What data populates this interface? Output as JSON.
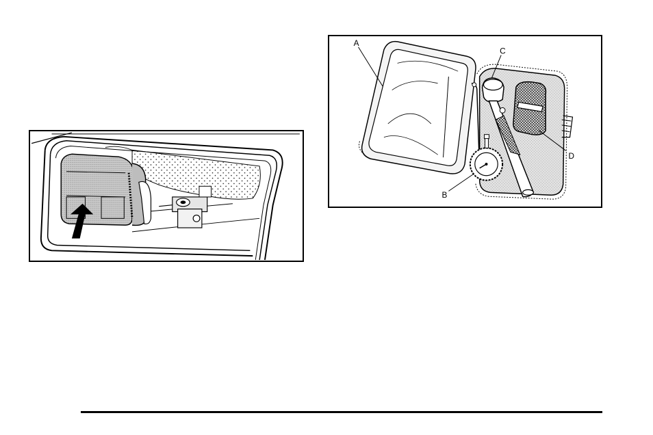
{
  "figures": {
    "right": {
      "callouts": {
        "a": "A",
        "b": "B",
        "c": "C",
        "d": "D"
      }
    }
  },
  "icons": {
    "left_figure": "trunk-storage-bag-illustration",
    "right_figure": "emergency-kit-illustration",
    "arrow": "up-arrow-icon"
  },
  "colors": {
    "ink": "#000000",
    "paper": "#ffffff",
    "shade": "#d8d8d8"
  }
}
